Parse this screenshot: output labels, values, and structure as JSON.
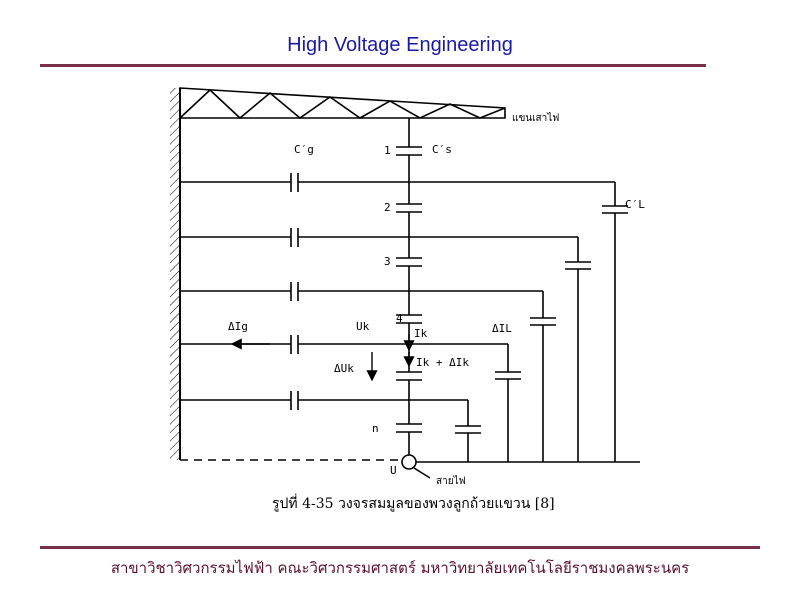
{
  "slide": {
    "title": "High Voltage Engineering",
    "footer": "สาขาวิชาวิศวกรรมไฟฟ้า  คณะวิศวกรรมศาสตร์  มหาวิทยาลัยเทคโนโลยีราชมงคลพระนคร"
  },
  "diagram": {
    "crossarm_label": "แขนเสาไฟ",
    "line_label": "สายไฟ",
    "caption": "รูปที่ 4-35  วงจรสมมูลของพวงลูกถ้วยแขวน [8]",
    "labels": {
      "cg": "C′g",
      "cs": "C′s",
      "cl": "C′L",
      "n1": "1",
      "n2": "2",
      "n3": "3",
      "n4": "4",
      "nn": "n",
      "delta_ig": "ΔIg",
      "delta_il": "ΔIL",
      "uk": "Uk",
      "ik": "Ik",
      "ik_plus": "Ik + ΔIk",
      "delta_uk": "ΔUk",
      "u": "U"
    }
  }
}
